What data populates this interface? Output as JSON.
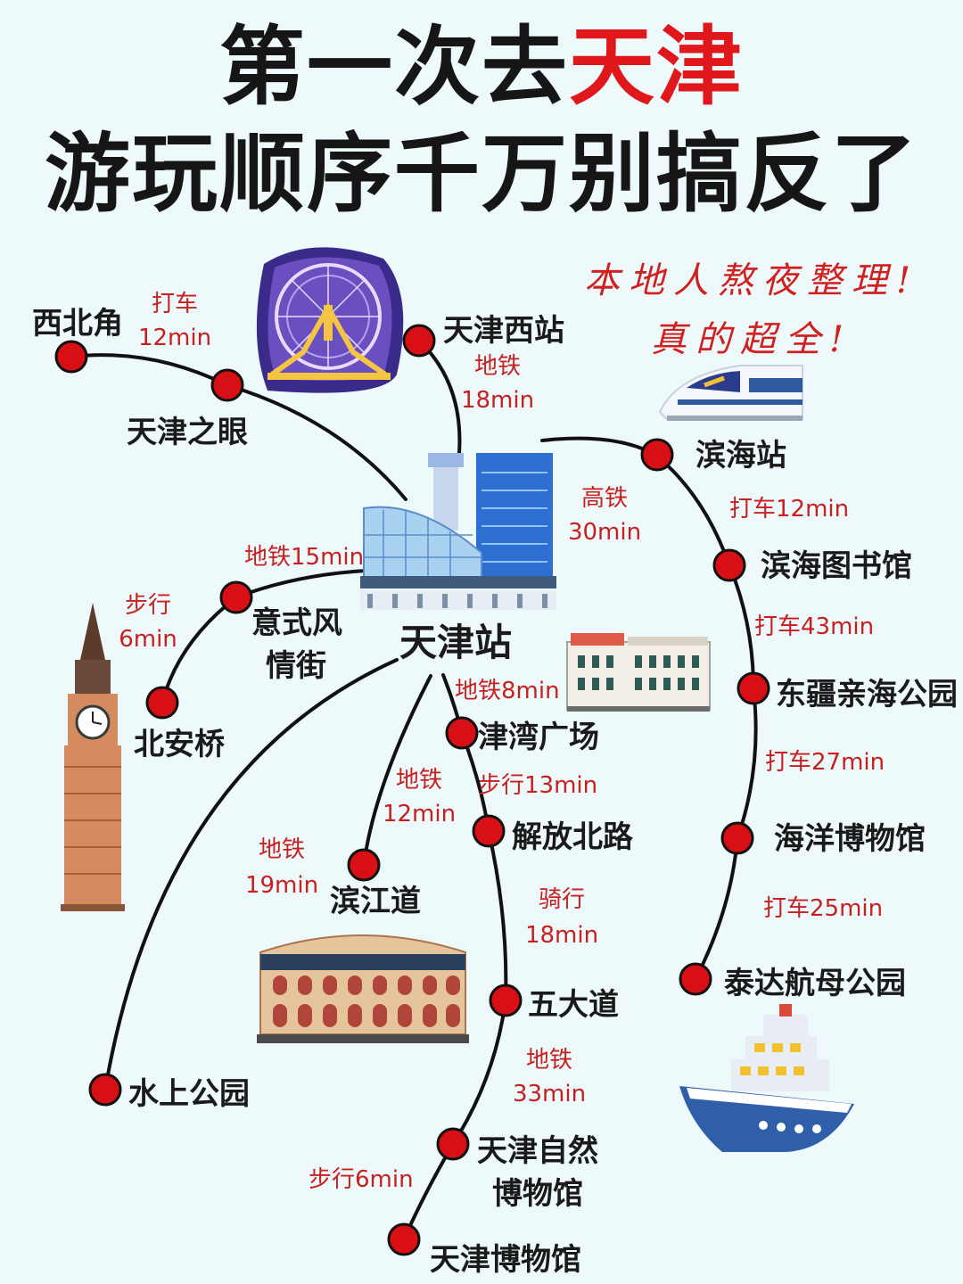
{
  "header": {
    "title_line1_prefix": "第一次去",
    "title_line1_highlight": "天津",
    "title_line2": "游玩顺序千万别搞反了",
    "note_line1": "本地人熬夜整理!",
    "note_line2": "真的超全!"
  },
  "colors": {
    "background": "#eef9fb",
    "highlight_red": "#e0181b",
    "stop_red": "#d80f14",
    "label_red": "#c8201f",
    "line_black": "#111111"
  },
  "hub": {
    "name": "天津站"
  },
  "places": {
    "xibeijiao": "西北角",
    "tianjin_eye": "天津之眼",
    "tianjin_west": "天津西站",
    "binhai_station": "滨海站",
    "binhai_library": "滨海图书馆",
    "dongjiang_park": "东疆亲海公园",
    "ocean_museum": "海洋博物馆",
    "taida_carrier": "泰达航母公园",
    "italian_street_1": "意式风",
    "italian_street_2": "情街",
    "beian_bridge": "北安桥",
    "jinwan_plaza": "津湾广场",
    "jiefang_north": "解放北路",
    "binjiang": "滨江道",
    "wudadao": "五大道",
    "water_park": "水上公园",
    "natural_museum_1": "天津自然",
    "natural_museum_2": "博物馆",
    "tianjin_museum": "天津博物馆"
  },
  "times": {
    "taxi_12_a": "打车",
    "taxi_12_b": "12min",
    "subway_18_a": "地铁",
    "subway_18_b": "18min",
    "hsr_30_a": "高铁",
    "hsr_30_b": "30min",
    "taxi_12_binhai": "打车12min",
    "taxi_43": "打车43min",
    "taxi_27": "打车27min",
    "taxi_25": "打车25min",
    "subway_15": "地铁15min",
    "walk_6_a": "步行",
    "walk_6_b": "6min",
    "subway_8": "地铁8min",
    "walk_13": "步行13min",
    "subway_12_a": "地铁",
    "subway_12_b": "12min",
    "subway_19_a": "地铁",
    "subway_19_b": "19min",
    "ride_18_a": "骑行",
    "ride_18_b": "18min",
    "subway_33_a": "地铁",
    "subway_33_b": "33min",
    "walk_6min": "步行6min"
  },
  "icons": [
    "ferris-wheel-icon",
    "high-speed-train-icon",
    "tianjin-station-building-icon",
    "european-building-icon",
    "clock-tower-icon",
    "colosseum-building-icon",
    "cruise-ship-icon"
  ]
}
